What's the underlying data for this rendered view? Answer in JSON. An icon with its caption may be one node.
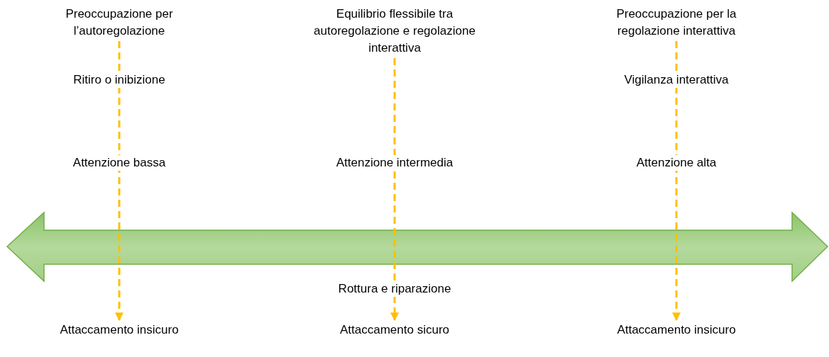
{
  "diagram": {
    "nodes": [
      {
        "text": [
          "Preoccupazione per l’autoregolazione"
        ]
      },
      {
        "text": [
          "Equilibrio flessibile tra autoregolazione e regolazione interattiva"
        ]
      },
      {
        "text": [
          "Preoccupazione per la regolazione interattiva"
        ]
      },
      {
        "text": [
          "Attaccamento insicuro"
        ]
      },
      {
        "text": [
          "Attaccamento sicuro"
        ]
      },
      {
        "text": [
          "Attaccamento insicuro"
        ]
      }
    ],
    "edges": [
      {
        "from": 0,
        "to": 3,
        "arrow": "to",
        "style": "dashed"
      },
      {
        "from": 1,
        "to": 4,
        "arrow": "to",
        "style": "dashed"
      },
      {
        "from": 2,
        "to": 5,
        "arrow": "to",
        "style": "dashed"
      }
    ],
    "labels": [
      "Ritiro o inibizione",
      "Vigilanza interattiva",
      "Attenzione bassa",
      "Attenzione intermedia",
      "Attenzione alta",
      "Rottura e riparazione"
    ]
  }
}
